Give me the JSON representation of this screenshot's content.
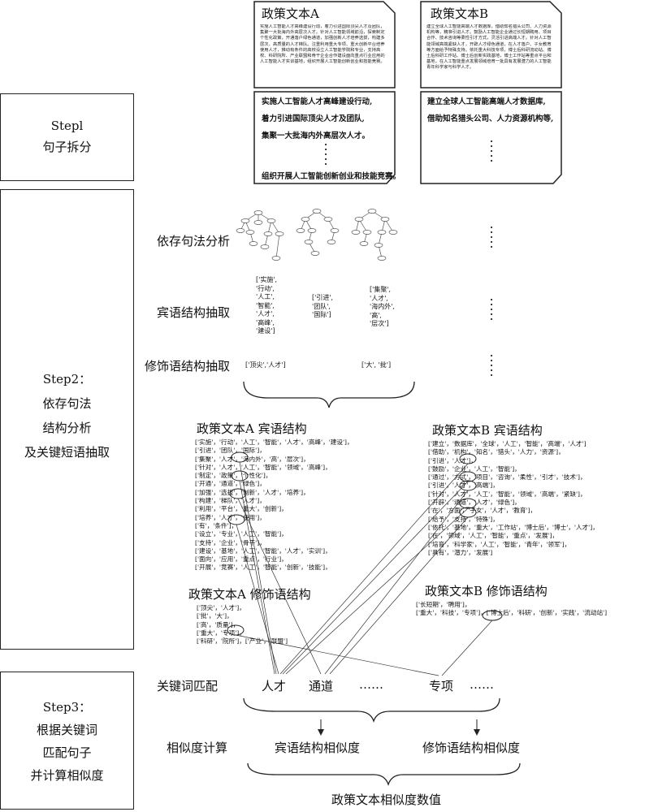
{
  "docA": {
    "title": "政策文本A",
    "body": "实施人工智能人才高峰建设行动，着力引进国际顶尖人才及团队，集聚一大批海内外高层次人才。针对人工智能领域前沿，探索制定个性化政策，开通落户绿色通道，加强创新人才培养选拔，构建多层次、高质量的人才梯队。注重利用重大专项、重大创新平台培养使用人才，推动有条件的高校设立人工智能学院和专业，支持高校、科研院所、产业联盟和骨干企业合作建设面向重点行业应用的人工智能人才实训基地，组织开展人工智能创新创业和技能竞赛。",
    "sentences": [
      "实施人工智能人才高峰建设行动,",
      "着力引进国际顶尖人才及团队,",
      "集聚一大批海内外高层次人才。",
      "组织开展人工智能创新创业和技能竞赛。"
    ]
  },
  "docB": {
    "title": "政策文本B",
    "body": "建立全球人工智能高端人才数据库，借助知名猎头公司、人力资源机构等，精准引进人才。鼓励人工智能企业通过长短期聘用、项目合作、技术咨询等柔性引才方式，灵活引进高端人才。针对人工智能领域高端紧缺人才，开辟人才绿色通道，在人才落户、子女教育等方面给予特殊支持。依托重大科技专项，博士后科研流动站、博士后科研工作站、博士后创新实践基地，博士工作站等重点平台和基地，在人工智能重点发展领域培育一批具有发展潜力的人工智能青年科学家与科学人才。",
    "sentences": [
      "建立全球人工智能高端人才数据库,",
      "借助知名猎头公司、人力资源机构等,"
    ]
  },
  "steps": {
    "step1": [
      "Stepl",
      "句子拆分"
    ],
    "step2": [
      "Step2：",
      "依存句法",
      "结构分析",
      "及关键短语抽取"
    ],
    "step3": [
      "Step3：",
      "根据关键词",
      "匹配句子",
      "并计算相似度"
    ]
  },
  "labels": {
    "dependency": "依存句法分析",
    "object_extract": "宾语结构抽取",
    "modifier_extract": "修饰语结构抽取",
    "keyword_match": "关键词匹配",
    "similarity_calc": "相似度计算",
    "obj_similarity": "宾语结构相似度",
    "mod_similarity": "修饰语结构相似度",
    "final": "政策文本相似度数值"
  },
  "object_columns": [
    [
      "['实施',",
      "'行动',",
      "'人工',",
      "'智能',",
      "'人才',",
      "'高峰',",
      "'建设']"
    ],
    [
      "['引进',",
      "'团队',",
      "'国际']"
    ],
    [
      "['集聚',",
      "'人才',",
      "'海内外',",
      "'高',",
      "'层次']"
    ]
  ],
  "modifier_items": [
    "['顶尖','人才']",
    "['大', '批']"
  ],
  "objA": {
    "title": "政策文本A   宾语结构",
    "rows": [
      "['实施'，'行动'，'人工'，'智能'，'人才'，'高峰'，'建设']，",
      "['引进'，'团队'，'国际']，",
      "['集聚'，'人才'，'海内外'，'高'，'层次']，",
      "['针对'，'人才'，'人工'，'智能'，'领域'，'高峰']，",
      "['制定'，'政策'，'个性化']，",
      "['开通'，'通道'，'绿色']，",
      "['加强'，'选拔'，'创新'，'人才'，'培养']，",
      "['构建'，'梯队'，'人才']，",
      "['利用'，'平台'，'重大'，'创新']，",
      "['培养'，'人才'，'使用']，",
      "['有'，'条件']，",
      "['设立'，'专业'，'人工'，'智能']，",
      "['支持'，'企业'，'骨干']，",
      "['建设'，'基地'，'人工'，'智能'，'人才'，'实训']，",
      "['面向'，'应用'，'重点'，'行业']，",
      "['开展'，'竞赛'，'人工'，'智能'，'创新'，'技能']，"
    ]
  },
  "modA": {
    "title": "政策文本A    修饰语结构",
    "rows": [
      "['顶尖'，'人才']，",
      "['批'，'大']，",
      "['高'，'质量']，",
      "['重大'，'专项']，",
      "['科研'，'院所']，['产业'，'联盟']"
    ]
  },
  "objB": {
    "title": "政策文本B   宾语结构",
    "rows": [
      "['建立'，'数据库'，'全球'，'人工'，'智能'，'高端'，'人才']",
      "['借助'，'机构'，'知名'，'猎头'，'人力'，'资源']，",
      "['引进'，'人才']，",
      "['鼓励'，'企业'，'人工'，'智能']，",
      "['通过'，'方式'，'项目'，'咨询'，'柔性'，'引才'，'技术']，",
      "['引进'，'人才'，'高端']，",
      "['针对'，'人才'，'人工'，'智能'，'领域'，'高端'，'紧缺']，",
      "['开辟'，'通道'，'人才'，'绿色']，",
      "['在'，'方面'，'子女'，'人才'，'教育']，",
      "['给予'，'支持'，'特殊']，",
      "['依托'，'基地'，'重大'，'工作站'，'博士后'，'博士'，'人才']，",
      "['在'，'领域'，'人工'，'智能'，'重点'，'发展']，",
      "['培育'，'科学家'，'人工'，'智能'，'青年'，'领军']，",
      "['具有'，'潜力'，'发展']"
    ]
  },
  "modB": {
    "title": "政策文本B    修饰语结构",
    "rows": [
      "['长短期'，'聘用']，",
      "['重大'，'科技'，'专项']，['博士后'，'科研'，'创新'，'实践'，'流动站']"
    ]
  },
  "keywords": [
    "人才",
    "通道",
    "……",
    "专项",
    "……"
  ]
}
